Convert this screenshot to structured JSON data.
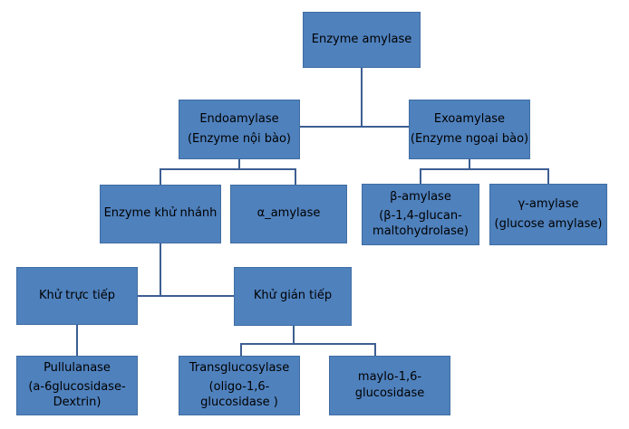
{
  "nodes": {
    "root": {
      "line1": "Enzyme amylase",
      "line2": ""
    },
    "endo": {
      "line1": "Endoamylase",
      "line2": "(Enzyme nội bào)"
    },
    "exo": {
      "line1": "Exoamylase",
      "line2": "(Enzyme ngoại bào)"
    },
    "debranch": {
      "line1": "Enzyme khử nhánh",
      "line2": ""
    },
    "alpha": {
      "line1": "α_amylase",
      "line2": ""
    },
    "beta": {
      "line1": "β-amylase",
      "line2": "(β-1,4-glucan-maltohydrolase)"
    },
    "gamma": {
      "line1": "γ-amylase",
      "line2": "(glucose amylase)"
    },
    "direct": {
      "line1": "Khử trực tiếp",
      "line2": ""
    },
    "indirect": {
      "line1": "Khử gián tiếp",
      "line2": ""
    },
    "pullulanase": {
      "line1": "Pullulanase",
      "line2": "(a-6glucosidase-Dextrin)"
    },
    "transglucosylase": {
      "line1": "Transglucosylase",
      "line2": "(oligo-1,6-glucosidase )"
    },
    "maylo": {
      "line1": "maylo-1,6-glucosidase",
      "line2": ""
    }
  }
}
